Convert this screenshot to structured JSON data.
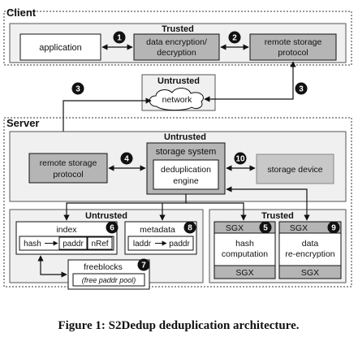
{
  "client": {
    "title": "Client",
    "trusted_label": "Trusted",
    "application": "application",
    "encryption_line1": "data encryption/",
    "encryption_line2": "decryption",
    "protocol_line1": "remote storage",
    "protocol_line2": "protocol"
  },
  "network": {
    "untrusted_label": "Untrusted",
    "cloud_label": "network"
  },
  "server": {
    "title": "Server",
    "untrusted_label": "Untrusted",
    "protocol_line1": "remote storage",
    "protocol_line2": "protocol",
    "storage_system": "storage system",
    "dedup_line1": "deduplication",
    "dedup_line2": "engine",
    "storage_device": "storage device",
    "lower_untrusted_label": "Untrusted",
    "index_title": "index",
    "index_cells": [
      "hash",
      "paddr",
      "nRef"
    ],
    "metadata_title": "metadata",
    "metadata_cells": [
      "laddr",
      "paddr"
    ],
    "freeblocks_title": "freeblocks",
    "freeblocks_sub": "(free paddr pool)",
    "trusted_label": "Trusted",
    "sgx_label": "SGX",
    "hash_line1": "hash",
    "hash_line2": "computation",
    "reenc_line1": "data",
    "reenc_line2": "re-encryption"
  },
  "steps": [
    "1",
    "2",
    "3",
    "3",
    "4",
    "10",
    "5",
    "6",
    "7",
    "8",
    "9"
  ],
  "caption": "Figure 1: S2Dedup deduplication architecture.",
  "colors": {
    "dark_box": "#b5b5b5",
    "region": "#f0f0f0",
    "badge": "#111111",
    "device": "#c8c8c8"
  }
}
